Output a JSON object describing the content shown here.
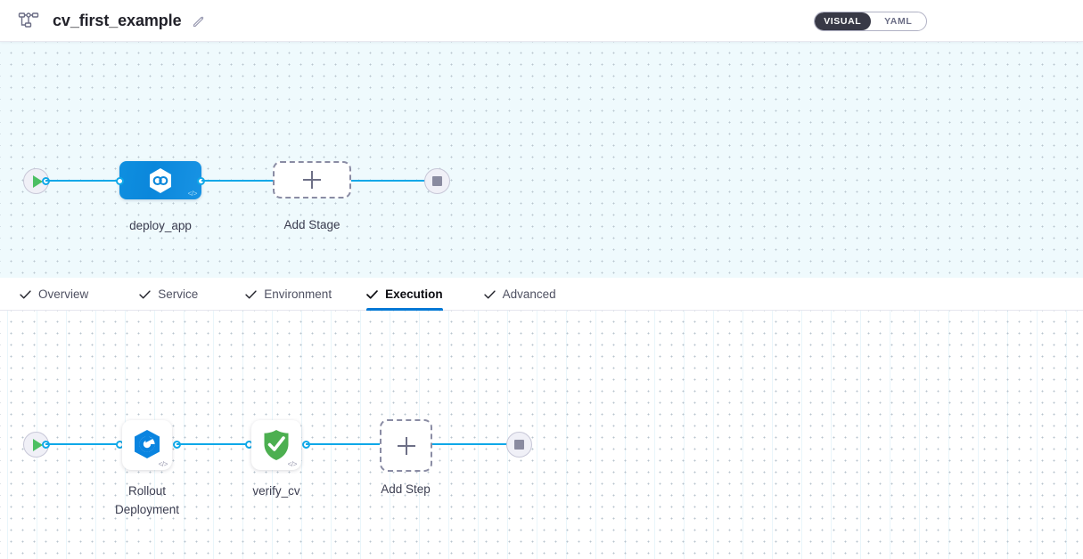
{
  "header": {
    "pipeline_icon": "pipeline-topology-icon",
    "title": "cv_first_example",
    "edit_icon": "pencil-edit-icon",
    "mode_toggle": {
      "options": [
        {
          "label": "VISUAL",
          "active": true
        },
        {
          "label": "YAML",
          "active": false
        }
      ]
    }
  },
  "stage_graph": {
    "start_node": {
      "name": "pipeline-start-node",
      "icon": "play-icon"
    },
    "stages": [
      {
        "name": "deploy_app",
        "label": "deploy_app",
        "icon": "harness-cd-hexagon-icon",
        "code_badge": "</>",
        "selected": true,
        "color": "#0b87db"
      }
    ],
    "add_stage": {
      "label": "Add Stage",
      "icon": "plus-icon"
    },
    "end_node": {
      "name": "pipeline-end-node",
      "icon": "stop-icon"
    }
  },
  "tabs": [
    {
      "label": "Overview",
      "active": false,
      "icon": "check-icon"
    },
    {
      "label": "Service",
      "active": false,
      "icon": "check-icon"
    },
    {
      "label": "Environment",
      "active": false,
      "icon": "check-icon"
    },
    {
      "label": "Execution",
      "active": true,
      "icon": "check-icon"
    },
    {
      "label": "Advanced",
      "active": false,
      "icon": "check-icon"
    }
  ],
  "execution_graph": {
    "start_node": {
      "name": "execution-start-node",
      "icon": "play-icon"
    },
    "steps": [
      {
        "name": "rollout-deployment",
        "label": "Rollout\nDeployment",
        "icon": "kubernetes-rollout-icon",
        "code_badge": "</>"
      },
      {
        "name": "verify_cv",
        "label": "verify_cv",
        "icon": "green-shield-check-icon",
        "code_badge": "</>"
      }
    ],
    "add_step": {
      "label": "Add Step",
      "icon": "plus-icon"
    },
    "end_node": {
      "name": "execution-end-node",
      "icon": "stop-icon"
    }
  },
  "colors": {
    "accent_blue": "#0278d5",
    "edge_blue": "#0fa8e8",
    "stage_blue": "#0b87db",
    "verify_green": "#4caf50",
    "canvas_bg": "#effafd"
  }
}
